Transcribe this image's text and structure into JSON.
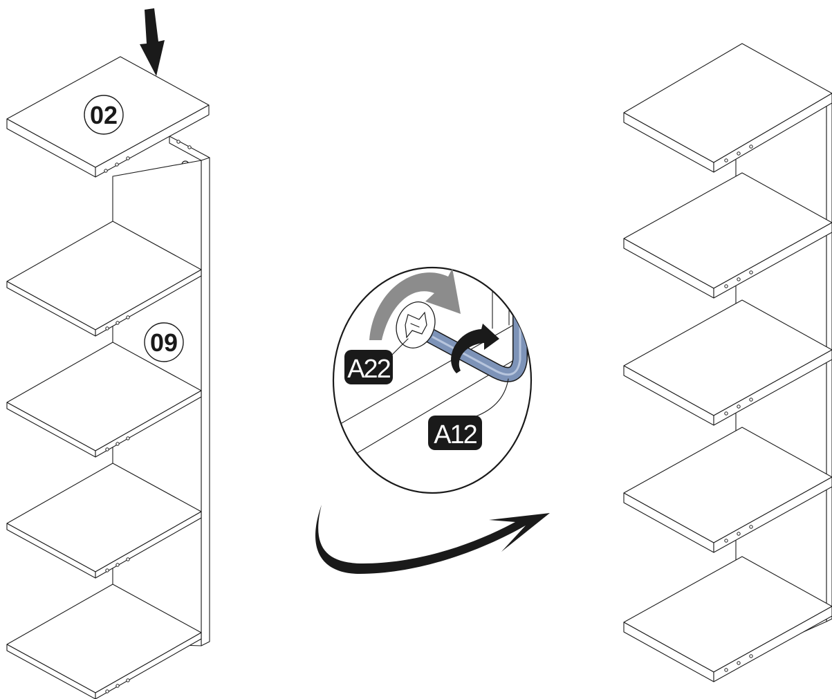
{
  "labels": {
    "top_panel": "02",
    "back_panel": "09",
    "cam_lock": "A22",
    "allen_key": "A12"
  },
  "colors": {
    "line": "#1a1a1a",
    "tool_blue": "#7d93b8",
    "rotation_arrow_gray": "#8c8c8c",
    "tag_background": "#1a1a1a"
  },
  "icons": {
    "press_down": "down-arrow-icon",
    "next_step": "curved-arrow-icon",
    "rotate_cam": "rotate-arrow-icon",
    "rotate_key": "rotate-arrow-icon"
  }
}
